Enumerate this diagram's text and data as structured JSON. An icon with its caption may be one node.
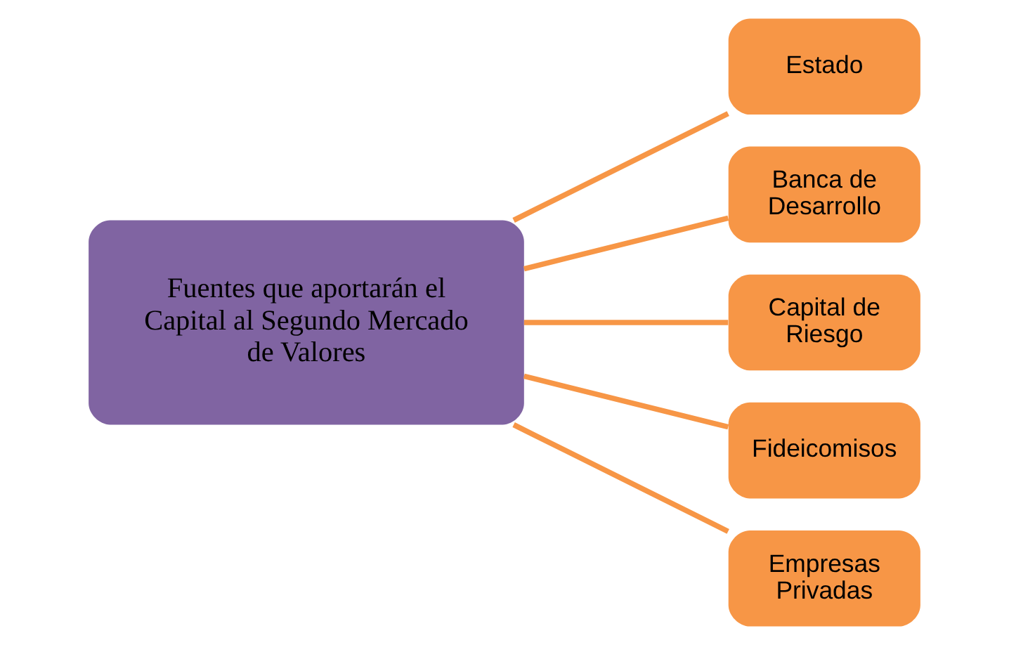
{
  "diagram": {
    "nodes": [
      {
        "text": [
          "Fuentes que aportarán el Capital al Segundo Mercado de Valores"
        ]
      },
      {
        "text": [
          "Estado"
        ]
      },
      {
        "text": [
          "Banca de Desarrollo"
        ]
      },
      {
        "text": [
          "Capital de Riesgo"
        ]
      },
      {
        "text": [
          "Fideicomisos"
        ]
      },
      {
        "text": [
          "Empresas Privadas"
        ]
      }
    ],
    "edges": [
      {
        "from": 0,
        "to": 1,
        "arrow": "none"
      },
      {
        "from": 0,
        "to": 2,
        "arrow": "none"
      },
      {
        "from": 0,
        "to": 3,
        "arrow": "none"
      },
      {
        "from": 0,
        "to": 4,
        "arrow": "none"
      },
      {
        "from": 0,
        "to": 5,
        "arrow": "none"
      }
    ]
  }
}
